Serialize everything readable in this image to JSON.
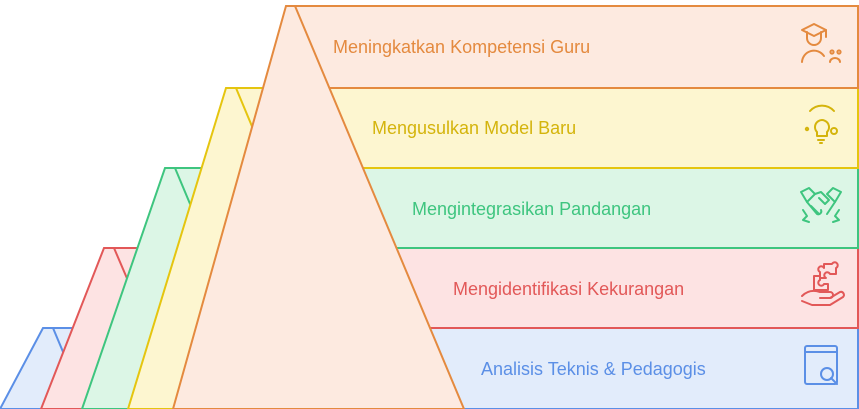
{
  "steps": [
    {
      "id": "guru",
      "label": "Meningkatkan Kompetensi Guru",
      "stroke": "#e48a3f",
      "fill": "#fdeae0",
      "icon": "teacher-icon"
    },
    {
      "id": "model",
      "label": "Mengusulkan Model Baru",
      "stroke": "#e5c50f",
      "fill": "#fdf6d0",
      "icon": "lightbulb-icon"
    },
    {
      "id": "pandangan",
      "label": "Mengintegrasikan Pandangan",
      "stroke": "#3ec57f",
      "fill": "#dcf6e6",
      "icon": "handshake-icon"
    },
    {
      "id": "kekurangan",
      "label": "Mengidentifikasi Kekurangan",
      "stroke": "#e25858",
      "fill": "#fde3e3",
      "icon": "puzzle-hand-icon"
    },
    {
      "id": "analisis",
      "label": "Analisis Teknis & Pedagogis",
      "stroke": "#5b8fe6",
      "fill": "#e2ecfb",
      "icon": "book-search-icon"
    }
  ]
}
